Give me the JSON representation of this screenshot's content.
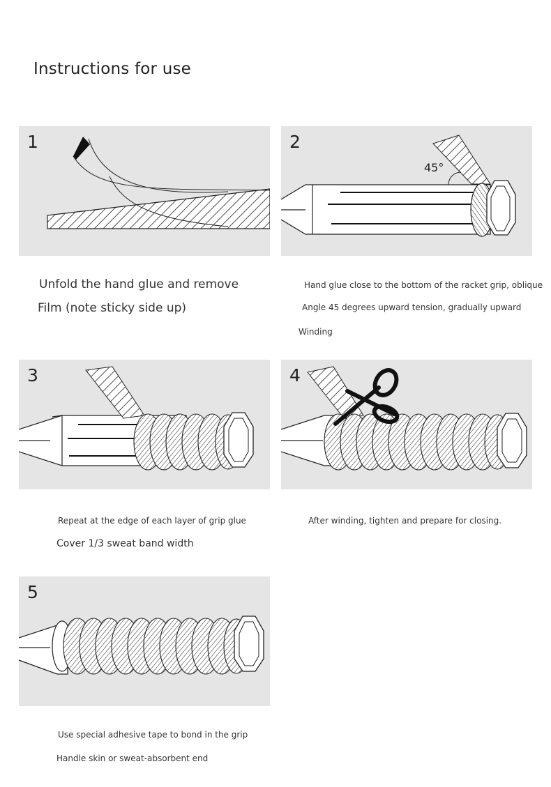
{
  "title": "Instructions for use",
  "steps": [
    {
      "number": "1",
      "lines": [
        "Unfold the hand glue and remove",
        "Film (note sticky side up)"
      ]
    },
    {
      "number": "2",
      "angle_label": "45°",
      "lines": [
        "Hand glue close to the bottom of the racket grip, oblique",
        "Angle 45 degrees upward tension, gradually upward",
        "Winding"
      ]
    },
    {
      "number": "3",
      "lines": [
        "Repeat at the edge of each layer of grip glue",
        "Cover 1/3 sweat band width"
      ]
    },
    {
      "number": "4",
      "lines": [
        "After winding, tighten and prepare for closing."
      ]
    },
    {
      "number": "5",
      "lines": [
        "Use special adhesive tape to bond in the grip",
        "Handle skin or sweat-absorbent end"
      ]
    }
  ]
}
